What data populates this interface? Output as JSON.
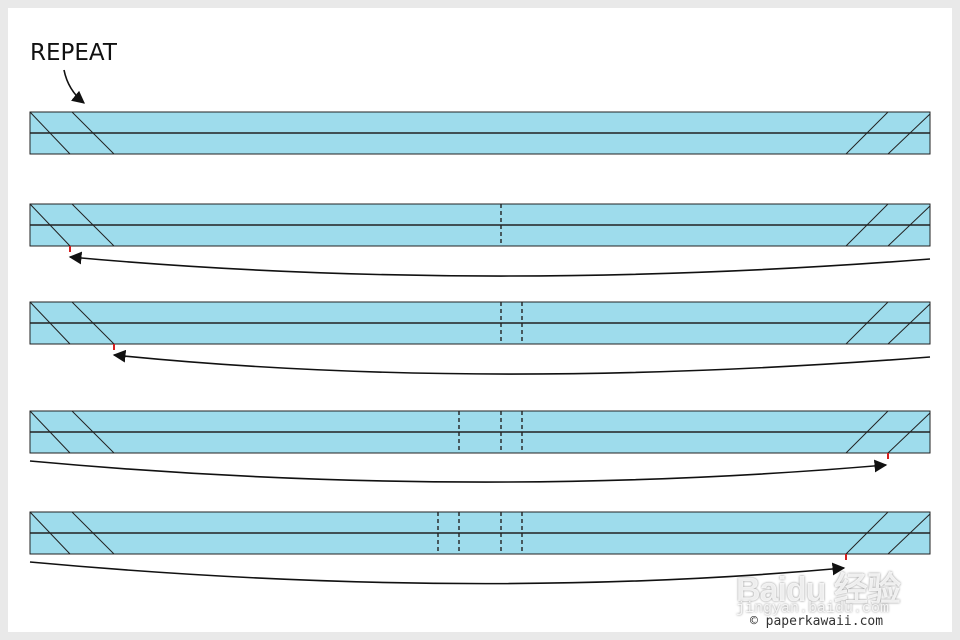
{
  "label": "REPEAT",
  "watermark": {
    "logo": "Baidu 经验",
    "url": "jingyan.baidu.com"
  },
  "copyright": "© paperkawaii.com",
  "colors": {
    "strip": "#9edcec",
    "stroke": "#222222",
    "arrow": "#111111",
    "mark": "#d61f1f"
  },
  "strips": [
    {
      "dashes": 0,
      "arrow": "none",
      "mark": "none"
    },
    {
      "dashes": 1,
      "arrow": "right-to-left",
      "mark": "left-1"
    },
    {
      "dashes": 2,
      "arrow": "right-to-left",
      "mark": "left-2"
    },
    {
      "dashes": 3,
      "arrow": "left-to-right",
      "mark": "right-1"
    },
    {
      "dashes": 4,
      "arrow": "left-to-right",
      "mark": "right-2"
    }
  ]
}
